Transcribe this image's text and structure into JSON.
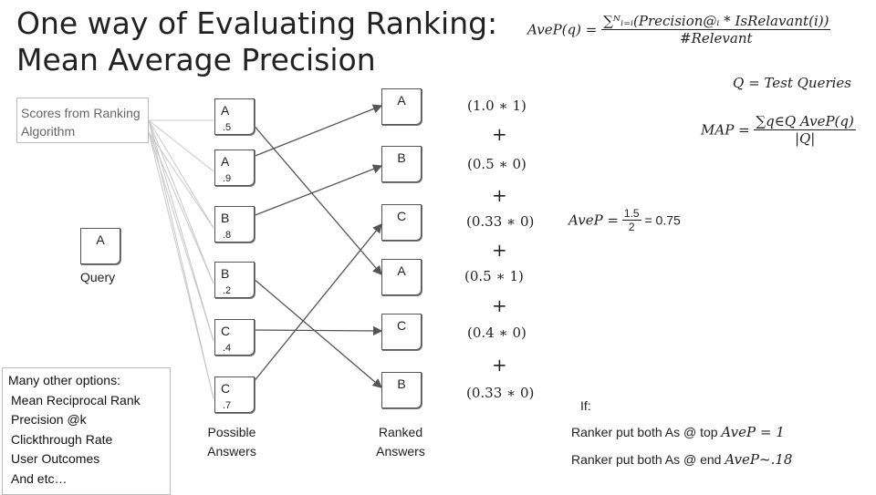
{
  "title_line1": "One way of Evaluating Ranking:",
  "title_line2": "Mean Average Precision",
  "formula_avep": {
    "lhs": "AveP(q) =",
    "numerator": "∑ᴺᵢ₌ᵢ(Precision@ᵢ * IsRelavant(i))",
    "denominator": "#Relevant"
  },
  "formula_q": "Q = Test Queries",
  "formula_map": {
    "lhs": "MAP =",
    "numerator": "∑q∈Q AveP(q)",
    "denominator": "|Q|"
  },
  "scores_box": "Scores from Ranking Algorithm",
  "query_doc": "A",
  "query_label": "Query",
  "other_options": [
    "Many other options:",
    "Mean Reciprocal Rank",
    "Precision @k",
    "Clickthrough Rate",
    "User Outcomes",
    "And etc…"
  ],
  "possible_answers": [
    {
      "letter": "A",
      "score": ".5"
    },
    {
      "letter": "A",
      "score": ".9"
    },
    {
      "letter": "B",
      "score": ".8"
    },
    {
      "letter": "B",
      "score": ".2"
    },
    {
      "letter": "C",
      "score": ".4"
    },
    {
      "letter": "C",
      "score": ".7"
    }
  ],
  "possible_label": [
    "Possible",
    "Answers"
  ],
  "ranked_answers": [
    "A",
    "B",
    "C",
    "A",
    "C",
    "B"
  ],
  "ranked_label": [
    "Ranked",
    "Answers"
  ],
  "terms": [
    "(1.0  ∗ 1)",
    "(0.5  ∗ 0)",
    "(0.33 ∗ 0)",
    "(0.5 ∗ 1)",
    "(0.4 ∗ 0)",
    "(0.33 ∗ 0)"
  ],
  "plus": "+",
  "avep_result": {
    "lhs": "AveP =",
    "numerator": "1.5",
    "denominator": "2",
    "rhs": "= 0.75"
  },
  "if_label": "If:",
  "cases": [
    {
      "text": "Ranker put both As @ top ",
      "math": "AveP = 1"
    },
    {
      "text": "Ranker put both As @ end ",
      "math": "AveP~.18"
    }
  ],
  "colors": {
    "arrow": "#555555",
    "fan_lines": "#c8c8c8",
    "border": "#bbbbbb"
  }
}
